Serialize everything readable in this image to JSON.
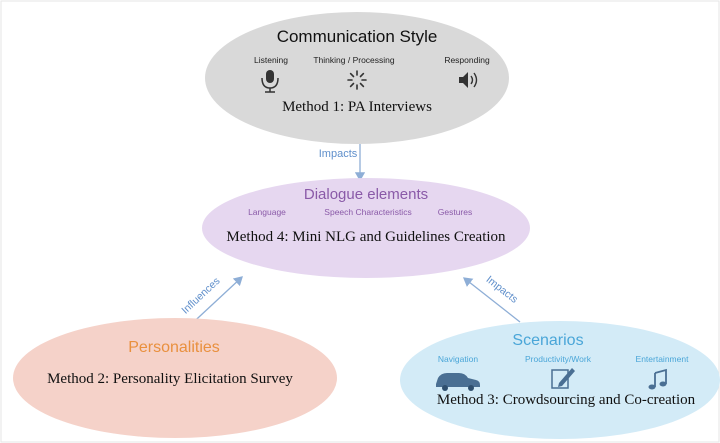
{
  "communication_style": {
    "title": "Communication Style",
    "items": [
      {
        "label": "Listening",
        "icon": "microphone-icon"
      },
      {
        "label": "Thinking / Processing",
        "icon": "loading-spinner-icon"
      },
      {
        "label": "Responding",
        "icon": "speaker-icon"
      }
    ],
    "method": "Method 1: PA Interviews"
  },
  "dialogue_elements": {
    "title": "Dialogue elements",
    "items": [
      "Language",
      "Speech Characteristics",
      "Gestures"
    ],
    "method": "Method 4: Mini NLG and Guidelines Creation"
  },
  "personalities": {
    "title": "Personalities",
    "method": "Method 2: Personality Elicitation Survey"
  },
  "scenarios": {
    "title": "Scenarios",
    "items": [
      {
        "label": "Navigation",
        "icon": "car-icon"
      },
      {
        "label": "Productivity/Work",
        "icon": "edit-note-icon"
      },
      {
        "label": "Entertainment",
        "icon": "music-note-icon"
      }
    ],
    "method": "Method 3: Crowdsourcing and Co-creation"
  },
  "arrows": {
    "top": "Impacts",
    "left": "Influences",
    "right": "Impacts"
  },
  "colors": {
    "gray_ellipse": "#d9d9d9",
    "purple_ellipse": "#e6d7f0",
    "pink_ellipse": "#f5d2c9",
    "blue_ellipse": "#d3ebf7",
    "purple_text": "#8a5aa8",
    "orange_text": "#e9903e",
    "blue_text": "#4aa6d8",
    "arrow": "#8eaed6"
  }
}
